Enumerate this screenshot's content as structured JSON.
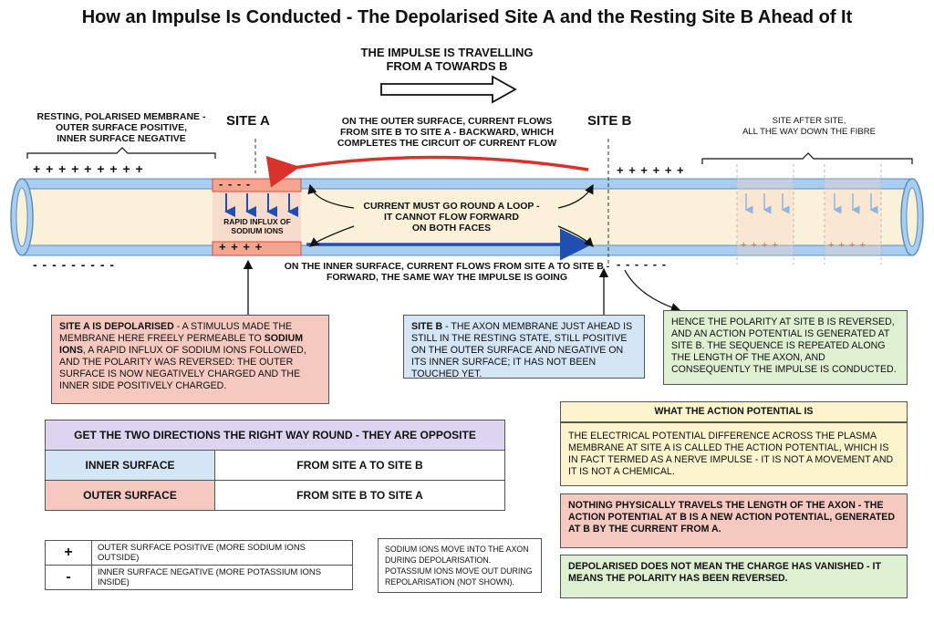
{
  "title": "How an Impulse Is Conducted - The Depolarised Site A and the Resting Site B Ahead of It",
  "impulse_direction": {
    "line1": "THE IMPULSE IS TRAVELLING",
    "line2": "FROM A TOWARDS B"
  },
  "labels": {
    "resting_line1": "RESTING, POLARISED MEMBRANE -",
    "resting_line2": "OUTER SURFACE POSITIVE,",
    "resting_line3": "INNER SURFACE NEGATIVE",
    "site_a": "SITE A",
    "site_b": "SITE B",
    "outer_line1": "ON THE OUTER SURFACE, CURRENT FLOWS",
    "outer_line2": "FROM SITE B TO SITE A - BACKWARD, WHICH",
    "outer_line3": "COMPLETES THE CIRCUIT OF CURRENT FLOW",
    "after_line1": "SITE AFTER SITE,",
    "after_line2": "ALL THE WAY DOWN THE FIBRE",
    "loop_line1": "CURRENT MUST GO ROUND A LOOP -",
    "loop_line2": "IT CANNOT FLOW FORWARD",
    "loop_line3": "ON BOTH FACES",
    "influx_line1": "RAPID INFLUX OF",
    "influx_line2": "SODIUM IONS",
    "inner_line1": "ON THE INNER SURFACE, CURRENT FLOWS FROM SITE A TO SITE B -",
    "inner_line2": "FORWARD, THE SAME WAY THE IMPULSE IS GOING"
  },
  "signs": {
    "plus": "+ + + + + + + + +",
    "minus": "- - - - - - - - -",
    "a_top": "- - - -",
    "a_bottom": "+ + + +",
    "b_top": "+ + + + + +",
    "b_bottom": "- - - - - -",
    "ghost_plus": "+ + + +"
  },
  "site_a_box": {
    "bold1": "SITE A IS DEPOLARISED",
    "text1": " - A STIMULUS MADE THE MEMBRANE HERE FREELY PERMEABLE TO ",
    "bold2": "SODIUM IONS",
    "text2": ", A RAPID INFLUX OF SODIUM IONS FOLLOWED, AND THE POLARITY WAS REVERSED: THE OUTER SURFACE IS NOW NEGATIVELY CHARGED AND THE INNER SIDE POSITIVELY CHARGED."
  },
  "site_b_box": {
    "bold": "SITE B",
    "text": " - THE AXON MEMBRANE JUST AHEAD IS STILL IN THE RESTING STATE, STILL POSITIVE ON THE OUTER SURFACE AND NEGATIVE ON ITS INNER SURFACE; IT HAS NOT BEEN TOUCHED YET."
  },
  "hence_box": "HENCE THE POLARITY AT SITE B IS REVERSED, AND AN ACTION POTENTIAL IS GENERATED AT SITE B. THE SEQUENCE IS REPEATED ALONG THE LENGTH OF THE AXON, AND CONSEQUENTLY THE IMPULSE IS CONDUCTED.",
  "action_potential": {
    "heading": "WHAT THE ACTION POTENTIAL IS",
    "text": "THE ELECTRICAL POTENTIAL DIFFERENCE ACROSS THE PLASMA MEMBRANE AT SITE A IS CALLED THE ACTION POTENTIAL, WHICH IS IN FACT TERMED AS A NERVE IMPULSE - IT IS NOT A MOVEMENT AND IT IS NOT A CHEMICAL."
  },
  "nothing_box": "NOTHING PHYSICALLY TRAVELS THE LENGTH OF THE AXON - THE ACTION POTENTIAL AT B IS A NEW ACTION POTENTIAL, GENERATED AT B BY THE CURRENT FROM A.",
  "depolarised_box": "DEPOLARISED DOES NOT MEAN THE CHARGE HAS VANISHED - IT MEANS THE POLARITY HAS BEEN REVERSED.",
  "directions_table": {
    "heading": "GET THE TWO DIRECTIONS THE RIGHT WAY ROUND - THEY ARE OPPOSITE",
    "inner_label": "INNER SURFACE",
    "inner_value": "FROM SITE A TO SITE B",
    "outer_label": "OUTER SURFACE",
    "outer_value": "FROM SITE B TO SITE A"
  },
  "legend": {
    "plus_symbol": "+",
    "plus_text": "OUTER SURFACE POSITIVE (MORE SODIUM IONS OUTSIDE)",
    "minus_symbol": "-",
    "minus_text": "INNER SURFACE NEGATIVE (MORE POTASSIUM IONS INSIDE)"
  },
  "ions_note": "SODIUM IONS MOVE INTO THE AXON DURING DEPOLARISATION. POTASSIUM IONS MOVE OUT DURING REPOLARISATION (NOT SHOWN).",
  "colors": {
    "outer_current": "#d8332a",
    "inner_current": "#1f4fb0",
    "axon_fill": "#fbf1d8",
    "axon_edge": "#7fb6df",
    "site_a_fill": "#f4a58f"
  }
}
